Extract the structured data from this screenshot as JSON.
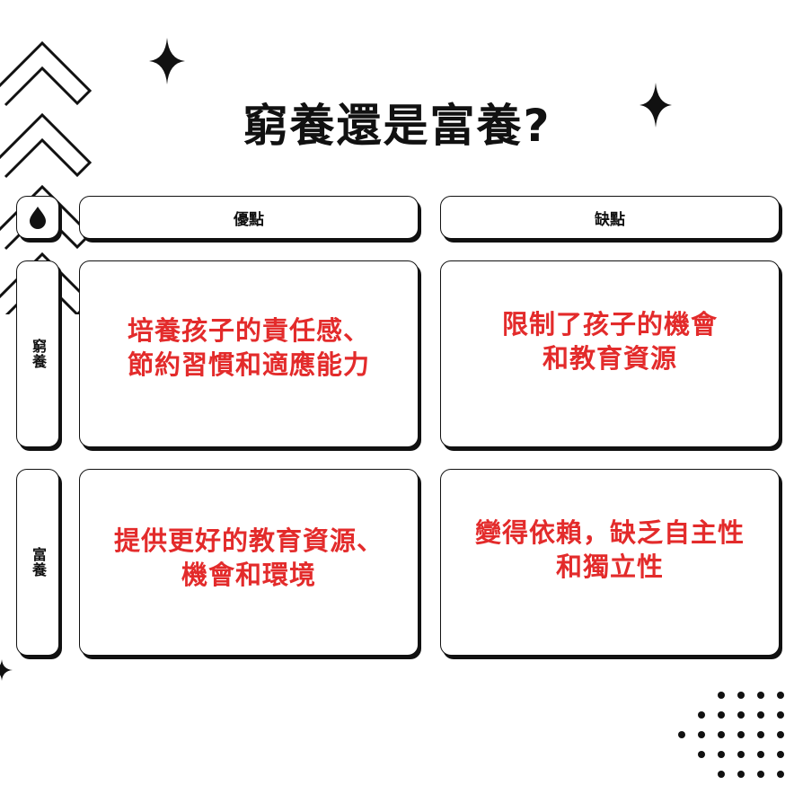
{
  "title": "窮養還是富養?",
  "columns": [
    {
      "label": "優點"
    },
    {
      "label": "缺點"
    }
  ],
  "rows": [
    {
      "label": "窮養",
      "pros": "培養孩子的責任感、\n節約習慣和適應能力",
      "cons": "限制了孩子的機會\n和教育資源"
    },
    {
      "label": "富養",
      "pros": "提供更好的教育資源、\n機會和環境",
      "cons": "變得依賴，缺乏自主性\n和獨立性"
    }
  ],
  "colors": {
    "ink": "#111111",
    "accent_red": "#e32b2b",
    "background": "#ffffff"
  },
  "icons": [
    "chevron-up-icon",
    "sparkle-icon",
    "drop-icon",
    "dot-pattern"
  ]
}
